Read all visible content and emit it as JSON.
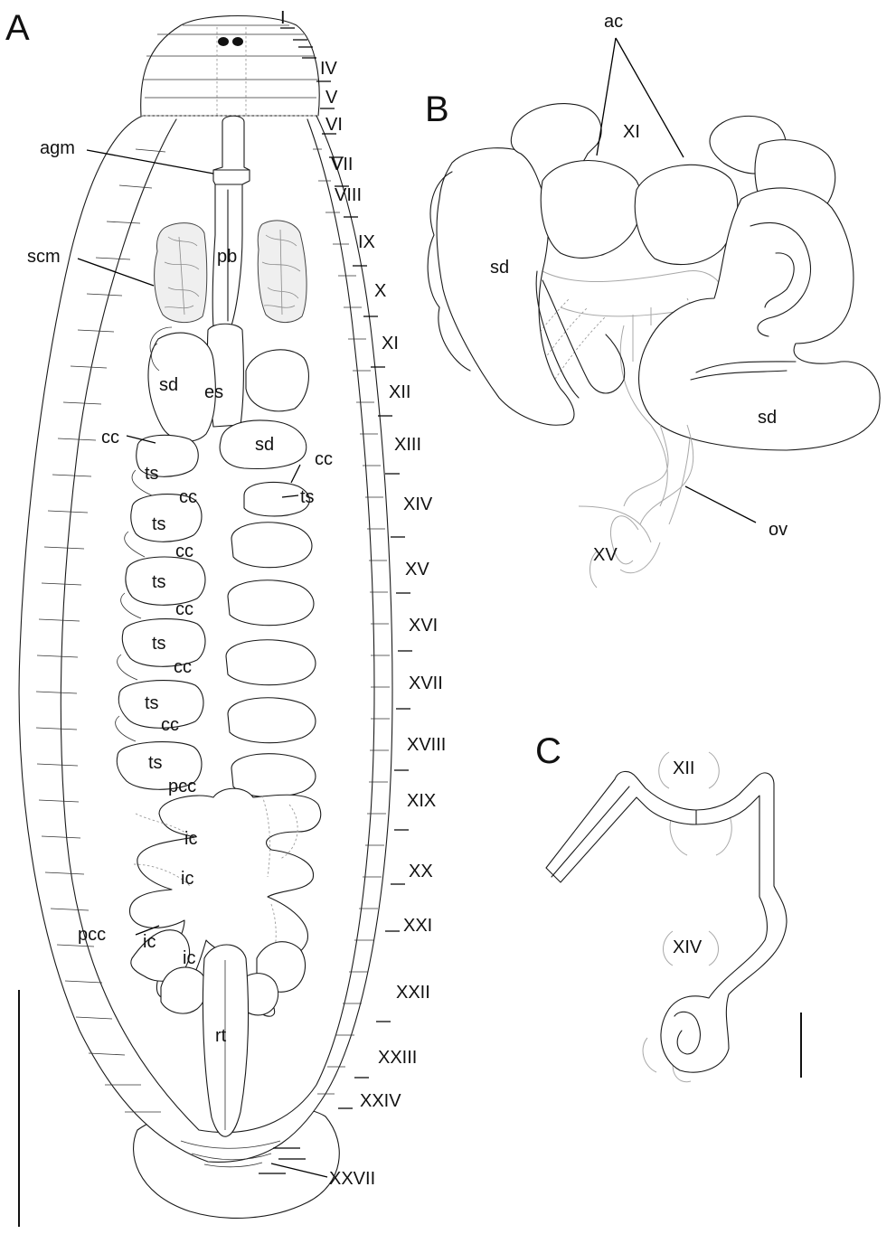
{
  "panels": {
    "a": "A",
    "b": "B",
    "c": "C"
  },
  "segments_a": [
    "I",
    "IV",
    "V",
    "VI",
    "VII",
    "VIII",
    "IX",
    "X",
    "XI",
    "XII",
    "XIII",
    "XIV",
    "XV",
    "XVI",
    "XVII",
    "XVIII",
    "XIX",
    "XX",
    "XXI",
    "XXII",
    "XXIII",
    "XXIV",
    "XXVII"
  ],
  "organs_a": {
    "agm": "agm",
    "scm": "scm",
    "pb": "pb",
    "sd_left": "sd",
    "es": "es",
    "sd_right": "sd",
    "cc": "cc",
    "ts": "ts",
    "pcc": "pcc",
    "ic": "ic",
    "rt": "rt"
  },
  "panel_b": {
    "ac": "ac",
    "xi": "XI",
    "sd_left": "sd",
    "sd_right": "sd",
    "xv": "XV",
    "ov": "ov"
  },
  "panel_c": {
    "xii": "XII",
    "xiv": "XIV"
  }
}
